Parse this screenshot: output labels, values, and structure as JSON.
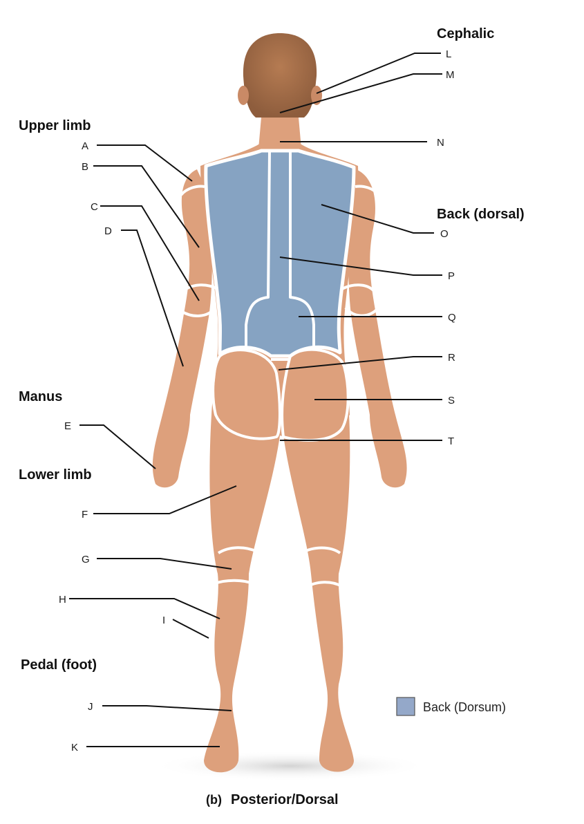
{
  "section_labels": {
    "cephalic": "Cephalic",
    "upper_limb": "Upper limb",
    "back": "Back (dorsal)",
    "manus": "Manus",
    "lower_limb": "Lower limb",
    "pedal": "Pedal (foot)"
  },
  "letters": {
    "A": "A",
    "B": "B",
    "C": "C",
    "D": "D",
    "E": "E",
    "F": "F",
    "G": "G",
    "H": "H",
    "I": "I",
    "J": "J",
    "K": "K",
    "L": "L",
    "M": "M",
    "N": "N",
    "O": "O",
    "P": "P",
    "Q": "Q",
    "R": "R",
    "S": "S",
    "T": "T"
  },
  "legend": {
    "label": "Back (Dorsum)",
    "color": "#94a8c9"
  },
  "caption": {
    "prefix": "(b)",
    "text": "Posterior/Dorsal"
  },
  "colors": {
    "skin": "#dda07c",
    "hair": "#a8704a",
    "back_region": "#86a3c2",
    "boundary": "#ffffff"
  }
}
